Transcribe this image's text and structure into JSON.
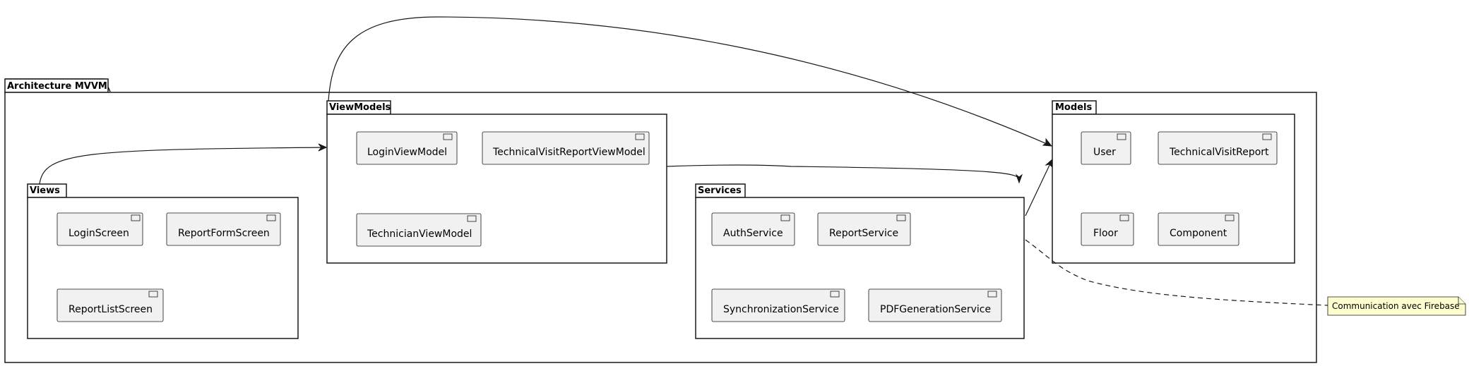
{
  "architecture": {
    "title": "Architecture MVVM"
  },
  "views": {
    "title": "Views",
    "components": [
      "LoginScreen",
      "ReportFormScreen",
      "ReportListScreen"
    ]
  },
  "viewmodels": {
    "title": "ViewModels",
    "components": [
      "LoginViewModel",
      "TechnicalVisitReportViewModel",
      "TechnicianViewModel"
    ]
  },
  "services": {
    "title": "Services",
    "components": [
      "AuthService",
      "ReportService",
      "SynchronizationService",
      "PDFGenerationService"
    ]
  },
  "models": {
    "title": "Models",
    "components": [
      "User",
      "TechnicalVisitReport",
      "Floor",
      "Component"
    ]
  },
  "note": {
    "text": "Communication avec Firebase"
  },
  "colors": {
    "line": "#181818",
    "component_fill": "#f1f1f1",
    "note_fill": "#fefece",
    "background": "#ffffff"
  }
}
